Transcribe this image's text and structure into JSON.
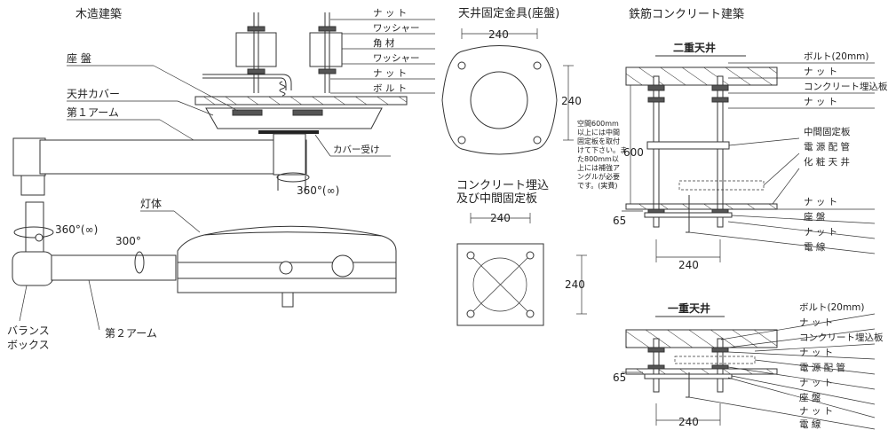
{
  "wood": {
    "title": "木造建築",
    "top_labels": [
      "ナ ッ ト",
      "ワッシャー",
      "角 材",
      "ワッシャー",
      "ナ ッ ト",
      "ボ ル ト"
    ],
    "zaban": "座 盤",
    "tenjo_cover": "天井カバー",
    "arm1": "第１アーム",
    "cover_uke": "カバー受け",
    "rot_top": "360°(∞)",
    "rot_left": "360°(∞)",
    "tou_tai": "灯体",
    "angle300": "300°",
    "balance_box": [
      "バランス",
      "ボックス"
    ],
    "arm2": "第２アーム"
  },
  "plate": {
    "title": "天井固定金具(座盤)",
    "dim_w": "240",
    "dim_h": "240",
    "note": [
      "空間600mm",
      "以上には中間",
      "固定板を取付",
      "けて下さい。ま",
      "た800mm以",
      "上には補強ア",
      "ングルが必要",
      "です。(実費)"
    ]
  },
  "embed": {
    "title": [
      "コンクリート埋込",
      "及び中間固定板"
    ],
    "dim_w": "240",
    "dim_h": "240"
  },
  "concrete": {
    "title": "鉄筋コンクリート建築",
    "double": {
      "title": "二重天井",
      "labels": [
        "ボルト(20mm)",
        "ナ ッ ト",
        "コンクリート埋込板",
        "ナ ッ ト",
        "中間固定板",
        "電 源 配 管",
        "化 粧 天 井",
        "ナ ッ ト",
        "座 盤",
        "ナ ッ ト",
        "電 線"
      ],
      "dim_600": "600",
      "dim_65": "65",
      "dim_240": "240"
    },
    "single": {
      "title": "一重天井",
      "labels": [
        "ボルト(20mm)",
        "ナ ッ ト",
        "コンクリート埋込板",
        "ナ ッ ト",
        "電 源 配 管",
        "ナ ッ ト",
        "座 盤",
        "ナ ッ ト",
        "電 線"
      ],
      "dim_65": "65",
      "dim_240": "240"
    }
  }
}
